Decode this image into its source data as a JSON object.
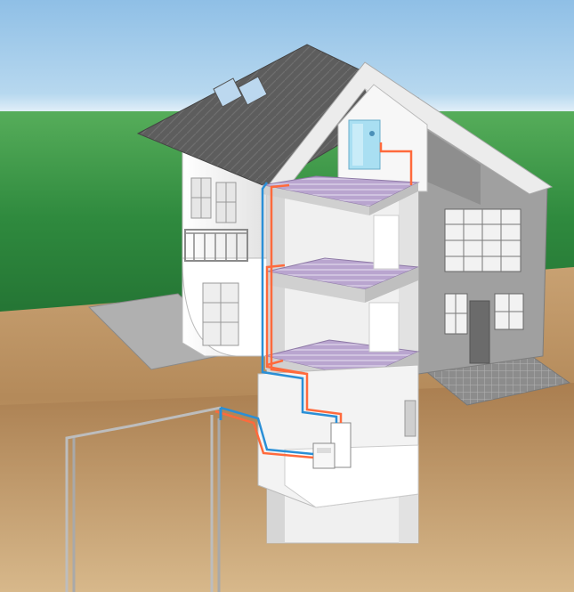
{
  "scene": {
    "subject": "geothermal-heat-pump-house-cutaway",
    "colors": {
      "sky_top": "#8fbfe6",
      "sky_bottom": "#ffffff",
      "grass": "#2f8a3e",
      "grass_light": "#56ad5a",
      "ground": "#c8a172",
      "ground_deep": "#a87c4e",
      "wall_white": "#f4f4f4",
      "wall_grey": "#9a9a9a",
      "roof": "#5d5d5d",
      "floor_heating": "#b9a5cf",
      "pipe_hot": "#ff6a3c",
      "pipe_cold": "#2a8fd6",
      "probe": "#bdbdbd"
    },
    "icons": {
      "heat_pump": "heat-pump-unit",
      "shower": "shower-cabin",
      "skylight": "roof-window"
    }
  }
}
